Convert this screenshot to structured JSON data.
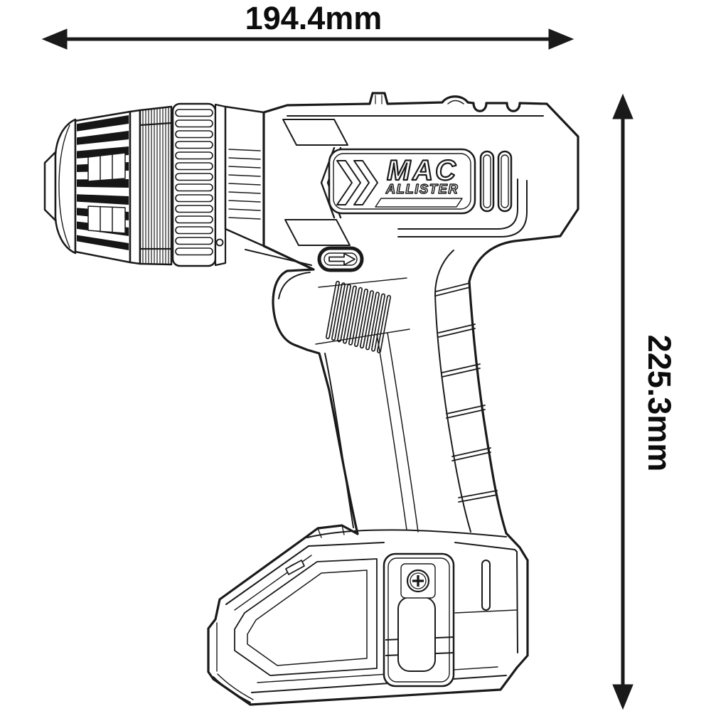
{
  "figure": {
    "kind": "technical dimension drawing",
    "subject": "cordless drill driver, side view"
  },
  "dimensions": {
    "width": {
      "label": "194.4mm",
      "orientation": "horizontal",
      "position": "top"
    },
    "height": {
      "label": "225.3mm",
      "orientation": "vertical",
      "position": "right"
    }
  },
  "branding": {
    "line1": "MAC",
    "line2": "ALLISTER"
  },
  "icons": {
    "width_arrow_left": "filled-triangle-left",
    "width_arrow_right": "filled-triangle-right",
    "height_arrow_up": "filled-triangle-up",
    "height_arrow_down": "filled-triangle-down",
    "forward_reverse_selector": "outline-right-arrow",
    "brand_chevrons": "double-right-chevron",
    "belt_clip_screw": "phillips-cross"
  },
  "colors": {
    "line": "#1a1a1a",
    "background": "#ffffff"
  }
}
